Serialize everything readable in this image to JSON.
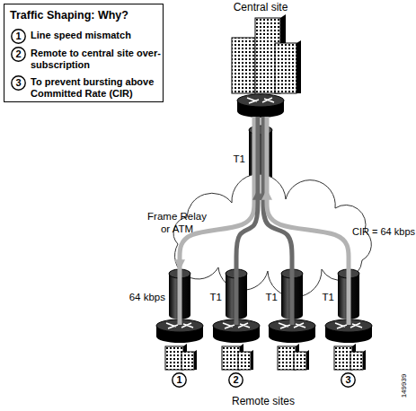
{
  "diagram": {
    "nodes": [
      {
        "text": [
          "Traffic Shaping: Why?"
        ]
      },
      {
        "text": [
          "1"
        ],
        "in": 0
      },
      {
        "text": [
          "2"
        ],
        "in": 0
      },
      {
        "text": [
          "3"
        ],
        "in": 0
      },
      {
        "text": [
          "Central site"
        ]
      },
      {
        "text": [
          "T1"
        ]
      },
      {
        "text": [
          "Frame Relay or ATM"
        ]
      },
      {
        "text": [
          "64 kbps"
        ]
      },
      {
        "text": [
          "T1"
        ]
      },
      {
        "text": [
          "T1"
        ]
      },
      {
        "text": [
          "T1"
        ]
      },
      {
        "text": [
          "1"
        ]
      },
      {
        "text": [
          "2"
        ]
      },
      {
        "text": [
          "3"
        ]
      }
    ],
    "edges": [
      {
        "from": 5,
        "to": 7,
        "arrow": "to"
      },
      {
        "from": 8,
        "to": 5,
        "arrow": "to"
      },
      {
        "from": 9,
        "to": 5,
        "arrow": "to"
      },
      {
        "from": 10,
        "to": 5,
        "arrow": "to"
      }
    ],
    "labels": [
      "Line speed mismatch",
      "Remote to central site over-subscription",
      "To prevent bursting above Committed Rate (CIR)",
      "CIR = 64 kbps",
      "Remote sites",
      "149939"
    ]
  }
}
